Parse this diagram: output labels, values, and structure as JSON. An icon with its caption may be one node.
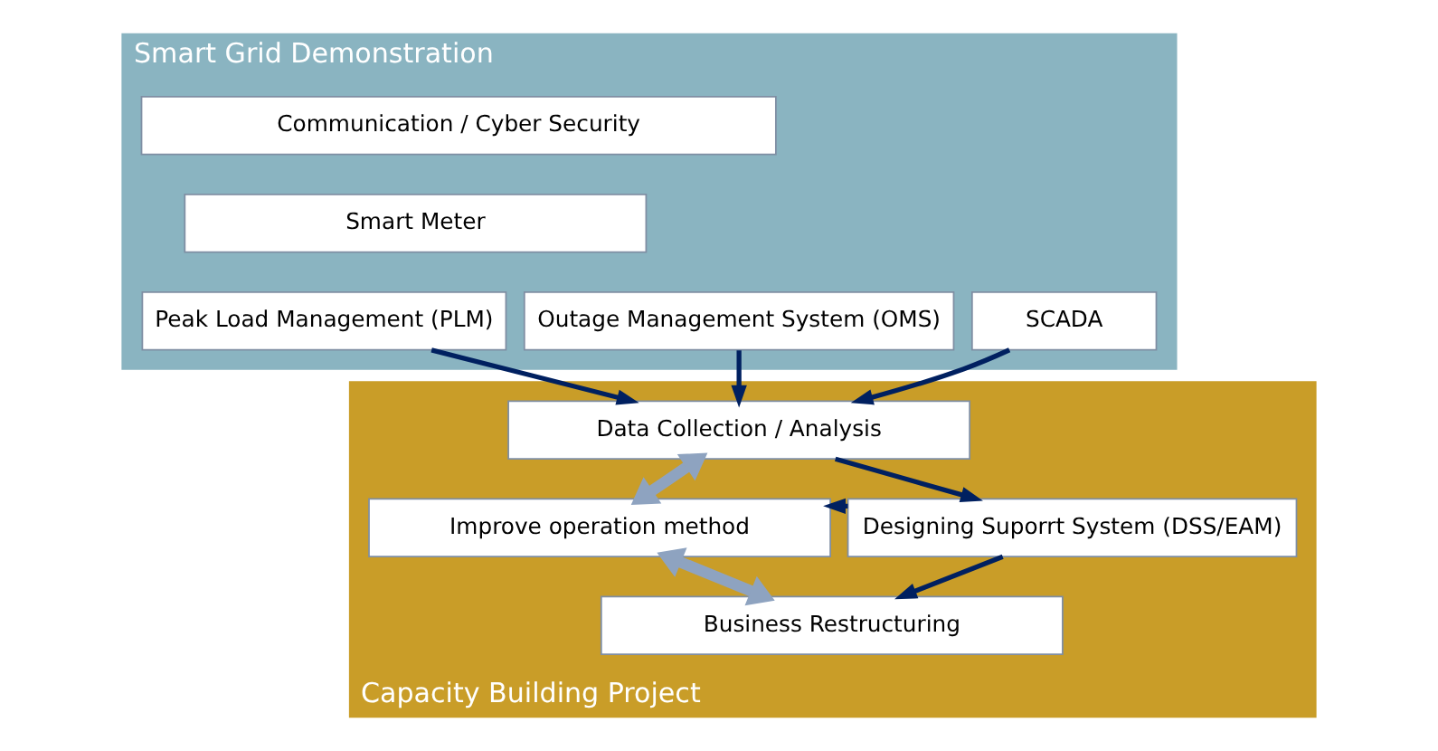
{
  "diagram": {
    "nodes": [
      {
        "text": [
          "Smart Grid Demonstration"
        ]
      },
      {
        "text": [
          "Communication / Cyber Security"
        ],
        "in": 0
      },
      {
        "text": [
          "Smart Meter"
        ],
        "in": 0
      },
      {
        "text": [
          "Peak Load Management (PLM)"
        ],
        "in": 0
      },
      {
        "text": [
          "Outage Management System (OMS)"
        ],
        "in": 0
      },
      {
        "text": [
          "SCADA"
        ],
        "in": 0
      },
      {
        "text": [
          "Capacity Building Project"
        ]
      },
      {
        "text": [
          "Data Collection / Analysis"
        ],
        "in": 6
      },
      {
        "text": [
          "Improve operation method"
        ],
        "in": 6
      },
      {
        "text": [
          "Business Restructuring"
        ],
        "in": 6
      },
      {
        "text": [
          "Designing Suporrt System (DSS/EAM)"
        ],
        "in": 6
      }
    ],
    "edges": [
      {
        "from": 3,
        "to": 7,
        "arrow": "to"
      },
      {
        "from": 4,
        "to": 7,
        "arrow": "to"
      },
      {
        "from": 5,
        "to": 7,
        "arrow": "to"
      },
      {
        "from": 7,
        "to": 8,
        "arrow": "both",
        "style": "thick",
        "color": "#8ea3c0"
      },
      {
        "from": 8,
        "to": 9,
        "arrow": "both",
        "style": "thick",
        "color": "#8ea3c0"
      },
      {
        "from": 7,
        "to": 10,
        "arrow": "to"
      },
      {
        "from": 10,
        "to": 8,
        "arrow": "to"
      },
      {
        "from": 10,
        "to": 9,
        "arrow": "to"
      }
    ]
  }
}
